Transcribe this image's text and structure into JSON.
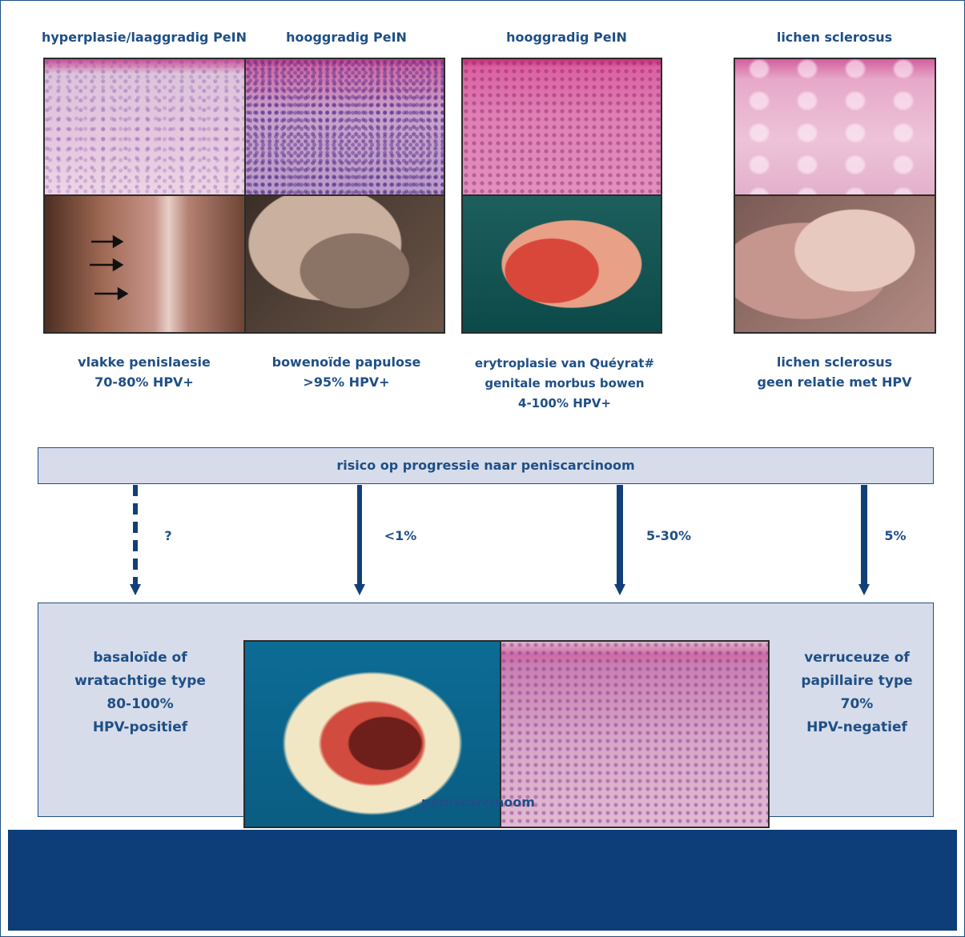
{
  "columns": [
    {
      "header": "hyperplasie/laaggradig PeIN",
      "caption_lines": [
        "vlakke penislaesie",
        "70-80% HPV+"
      ]
    },
    {
      "header": "hooggradig PeIN",
      "caption_lines": [
        "bowenoïde papulose",
        ">95% HPV+"
      ]
    },
    {
      "header": "hooggradig PeIN",
      "caption_lines": [
        "erytroplasie van Quéyrat#",
        "genitale morbus bowen",
        "4-100% HPV+"
      ]
    },
    {
      "header": "lichen sclerosus",
      "caption_lines": [
        "lichen sclerosus",
        "geen relatie met HPV"
      ]
    }
  ],
  "risk_bar": {
    "label": "risico op progressie naar peniscarcinoom"
  },
  "arrows": [
    {
      "label": "?",
      "style": "dashed"
    },
    {
      "label": "<1%",
      "style": "solid"
    },
    {
      "label": "5-30%",
      "style": "solid"
    },
    {
      "label": "5%",
      "style": "solid"
    }
  ],
  "carcinoma": {
    "left_lines": [
      "basaloïde of",
      "wratachtige type",
      "80-100%",
      "HPV-positief"
    ],
    "right_lines": [
      "verruceuze of",
      "papillaire type",
      "70%",
      "HPV-negatief"
    ],
    "caption": "peniscarcinoom"
  },
  "colors": {
    "text": "#1f4f86",
    "box_fill": "#d7dcea",
    "border": "#1e4f86",
    "footer": "#0e3e79",
    "arrow": "#123f78"
  }
}
